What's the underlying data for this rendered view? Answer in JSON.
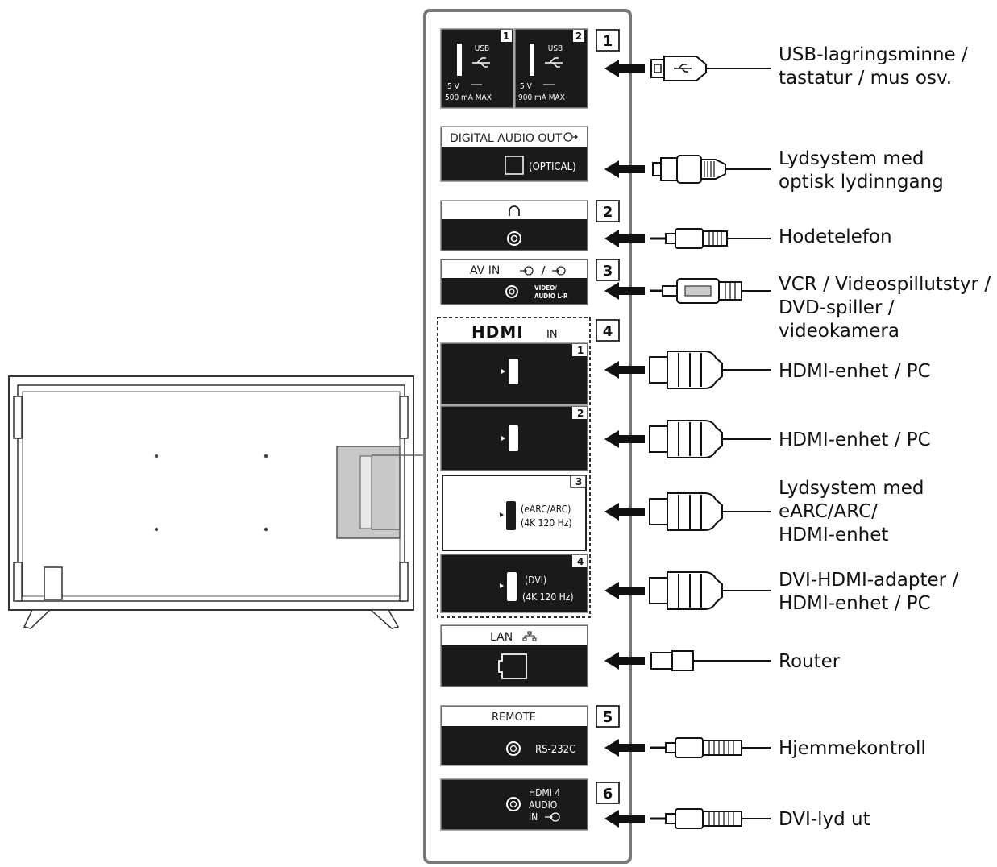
{
  "usb": {
    "port1": {
      "label": "USB",
      "num": "1",
      "spec1": "5 V",
      "spec2": "500 mA MAX"
    },
    "port2": {
      "label": "USB",
      "num": "2",
      "spec1": "5 V",
      "spec2": "900 mA MAX"
    },
    "callout": "1",
    "device": [
      "USB-lagringsminne /",
      "tastatur / mus osv."
    ]
  },
  "optical": {
    "title": "DIGITAL AUDIO OUT",
    "sub": "(OPTICAL)",
    "device": [
      "Lydsystem med",
      "optisk lydinngang"
    ]
  },
  "headphone": {
    "callout": "2",
    "device": [
      "Hodetelefon"
    ]
  },
  "avin": {
    "title": "AV IN",
    "sub1": "VIDEO/",
    "sub2": "AUDIO L-R",
    "callout": "3",
    "device": [
      "VCR / Videospillutstyr /",
      "DVD-spiller /",
      "videokamera"
    ]
  },
  "hdmi": {
    "title_logo": "HDMI",
    "title_in": "IN",
    "callout": "4",
    "ports": [
      {
        "num": "1",
        "line1": "",
        "line2": "",
        "device": [
          "HDMI-enhet / PC"
        ]
      },
      {
        "num": "2",
        "line1": "",
        "line2": "",
        "device": [
          "HDMI-enhet / PC"
        ]
      },
      {
        "num": "3",
        "line1": "(eARC/ARC)",
        "line2": "(4K 120 Hz)",
        "device": [
          "Lydsystem med",
          "eARC/ARC/",
          "HDMI-enhet"
        ]
      },
      {
        "num": "4",
        "line1": "(DVI)",
        "line2": "(4K 120 Hz)",
        "device": [
          "DVI-HDMI-adapter /",
          "HDMI-enhet / PC"
        ]
      }
    ]
  },
  "lan": {
    "title": "LAN",
    "device": [
      "Router"
    ]
  },
  "remote": {
    "title": "REMOTE",
    "sub": "RS-232C",
    "callout": "5",
    "device": [
      "Hjemmekontroll"
    ]
  },
  "hdmiaudio": {
    "l1": "HDMI 4",
    "l2": "AUDIO",
    "l3": "IN",
    "callout": "6",
    "device": [
      "DVI-lyd ut"
    ]
  }
}
